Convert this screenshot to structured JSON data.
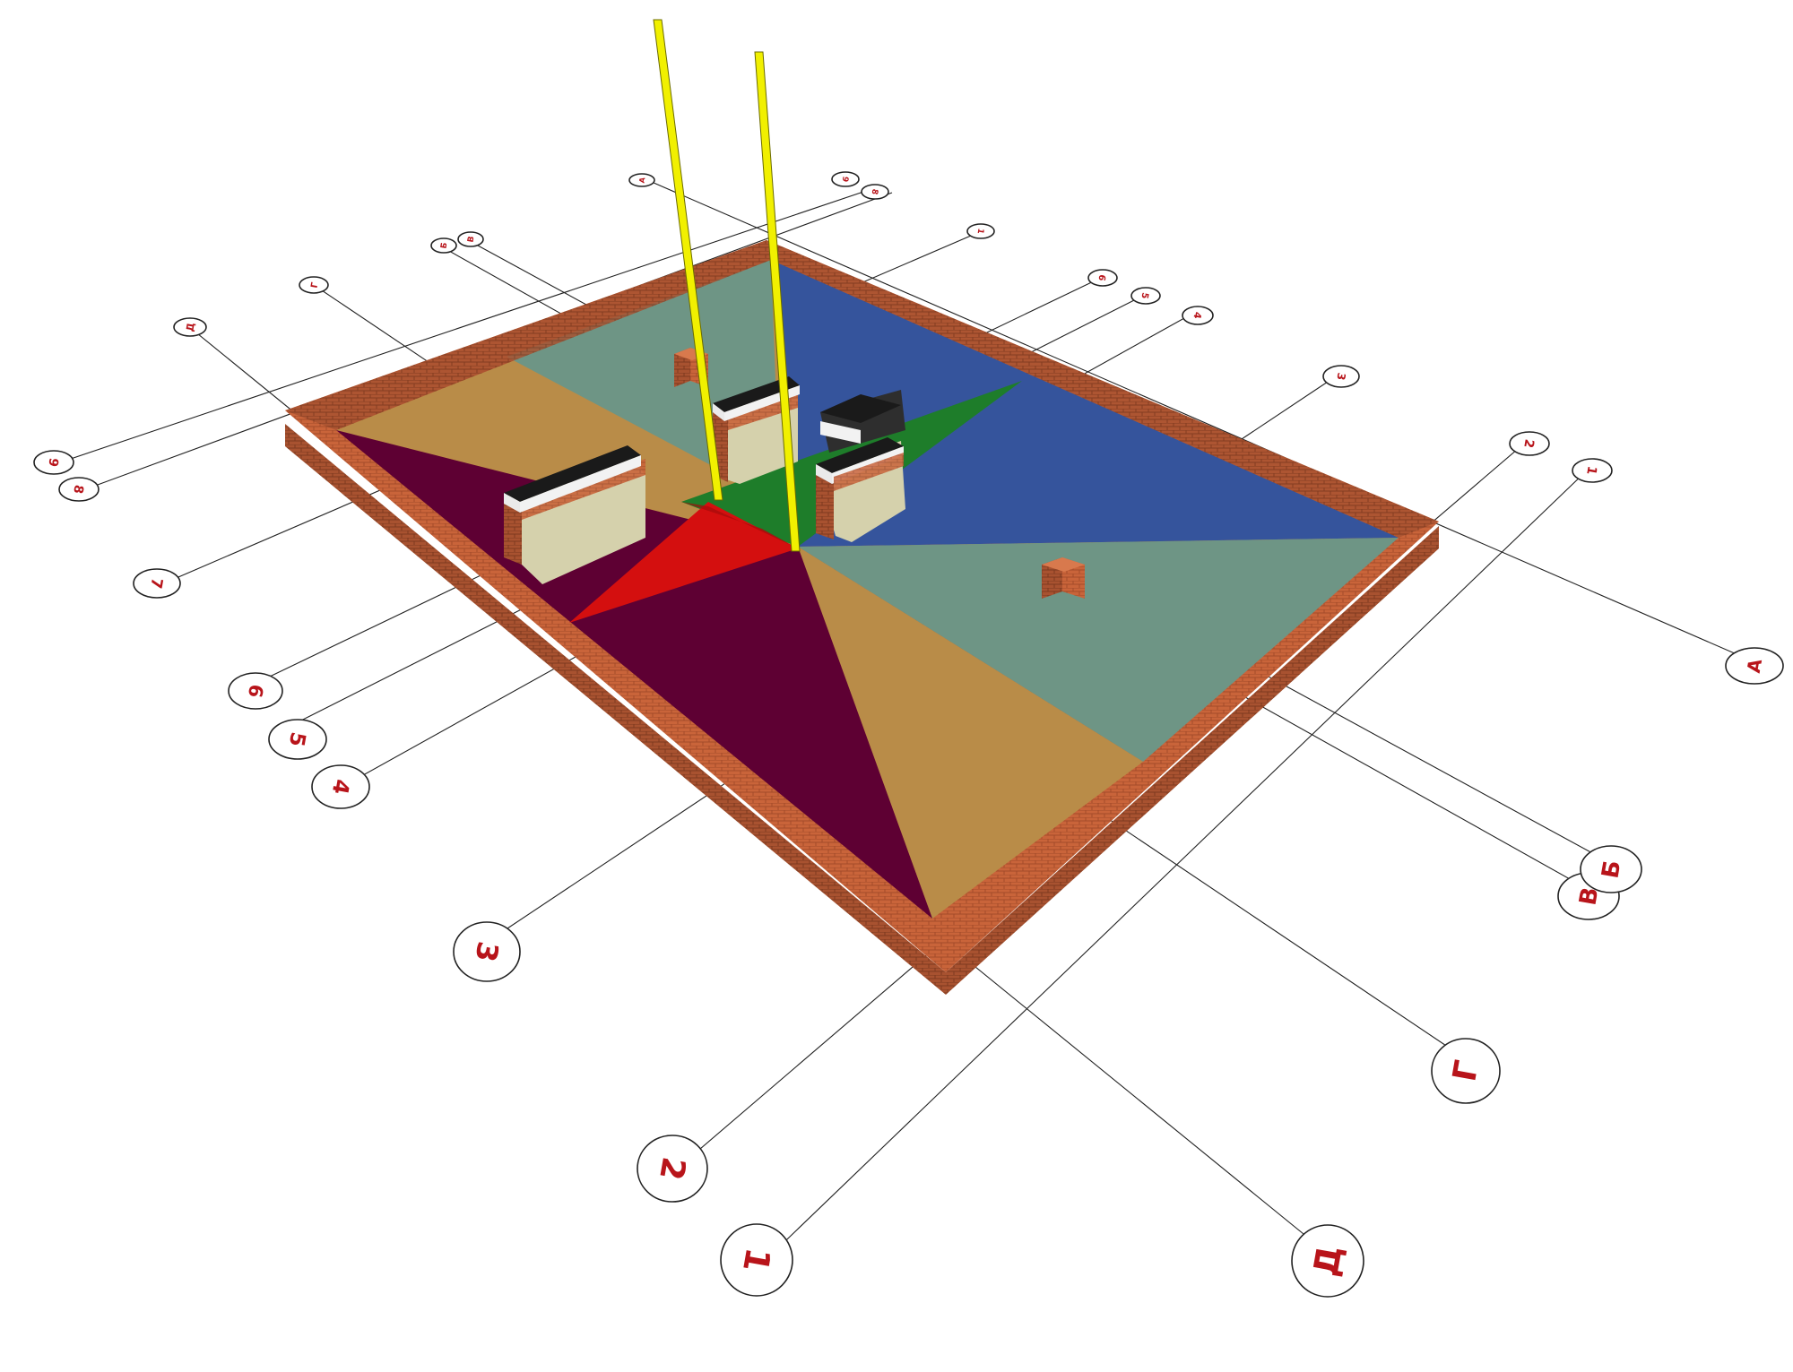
{
  "diagram": {
    "kind": "3d-floor-plan-axes",
    "colors": {
      "brick": "#c9643a",
      "brick_dark": "#9a4525",
      "zone_purple": "#5e0033",
      "zone_ochre": "#b98c48",
      "zone_sage": "#6e9585",
      "zone_blue": "#35549c",
      "zone_red": "#d40f0f",
      "zone_green": "#1e7d2a",
      "pipe": "#f1f000",
      "marker_text": "#b8141a"
    },
    "axis_markers": {
      "bottom_left": [
        {
          "id": "9",
          "text": "9"
        },
        {
          "id": "8",
          "text": "8"
        },
        {
          "id": "7",
          "text": "7"
        },
        {
          "id": "6",
          "text": "6"
        },
        {
          "id": "5",
          "text": "5"
        },
        {
          "id": "4",
          "text": "4"
        },
        {
          "id": "3",
          "text": "3"
        },
        {
          "id": "2",
          "text": "2"
        },
        {
          "id": "1",
          "text": "1"
        }
      ],
      "bottom_right": [
        {
          "id": "D",
          "text": "Д"
        },
        {
          "id": "G",
          "text": "Г"
        },
        {
          "id": "V",
          "text": "В"
        },
        {
          "id": "B",
          "text": "Б"
        },
        {
          "id": "A",
          "text": "А"
        }
      ],
      "top_far": [
        {
          "id": "a",
          "text": "А"
        },
        {
          "id": "9t",
          "text": "9"
        },
        {
          "id": "8t",
          "text": "8"
        },
        {
          "id": "bt",
          "text": "Б"
        },
        {
          "id": "vt",
          "text": "В"
        },
        {
          "id": "1t",
          "text": "1"
        },
        {
          "id": "gt",
          "text": "Г"
        },
        {
          "id": "dt",
          "text": "Д"
        },
        {
          "id": "6t",
          "text": "6"
        },
        {
          "id": "5t",
          "text": "5"
        },
        {
          "id": "4t",
          "text": "4"
        },
        {
          "id": "3t",
          "text": "3"
        },
        {
          "id": "2t",
          "text": "2"
        },
        {
          "id": "1t2",
          "text": "1"
        }
      ]
    }
  }
}
